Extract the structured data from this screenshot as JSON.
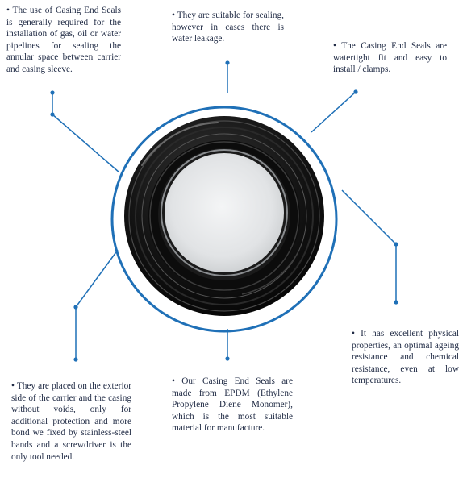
{
  "colors": {
    "accent": "#1f70b7",
    "text": "#1f2a44",
    "seal": "#111111",
    "bore": "#e3e5e7"
  },
  "icons": {
    "center_image": "casing-end-seal-photo",
    "connector_dot": "connector-dot-icon"
  },
  "callouts": [
    {
      "id": "c1",
      "text": "• The use of Casing End Seals is generally required for the installation of gas, oil or water pipelines for sealing the annular space between carrier and casing sleeve."
    },
    {
      "id": "c2",
      "text": "• They are suitable for sealing, however in cases there is water leakage."
    },
    {
      "id": "c3",
      "text": "• The Casing End Seals are watertight fit and easy to install / clamps."
    },
    {
      "id": "c4",
      "text": "• It has excellent physical properties, an optimal ageing resistance and chemical resistance, even at low temperatures."
    },
    {
      "id": "c5",
      "text": "• Our Casing End Seals are made from EPDM (Ethylene Propylene Diene Monomer), which is the most suitable material for manufacture."
    },
    {
      "id": "c6",
      "text": "• They are placed on the exterior side of the carrier and the casing without voids, only for additional protection and more bond we fixed by stainless-steel bands and a screwdriver is the only tool needed."
    }
  ]
}
